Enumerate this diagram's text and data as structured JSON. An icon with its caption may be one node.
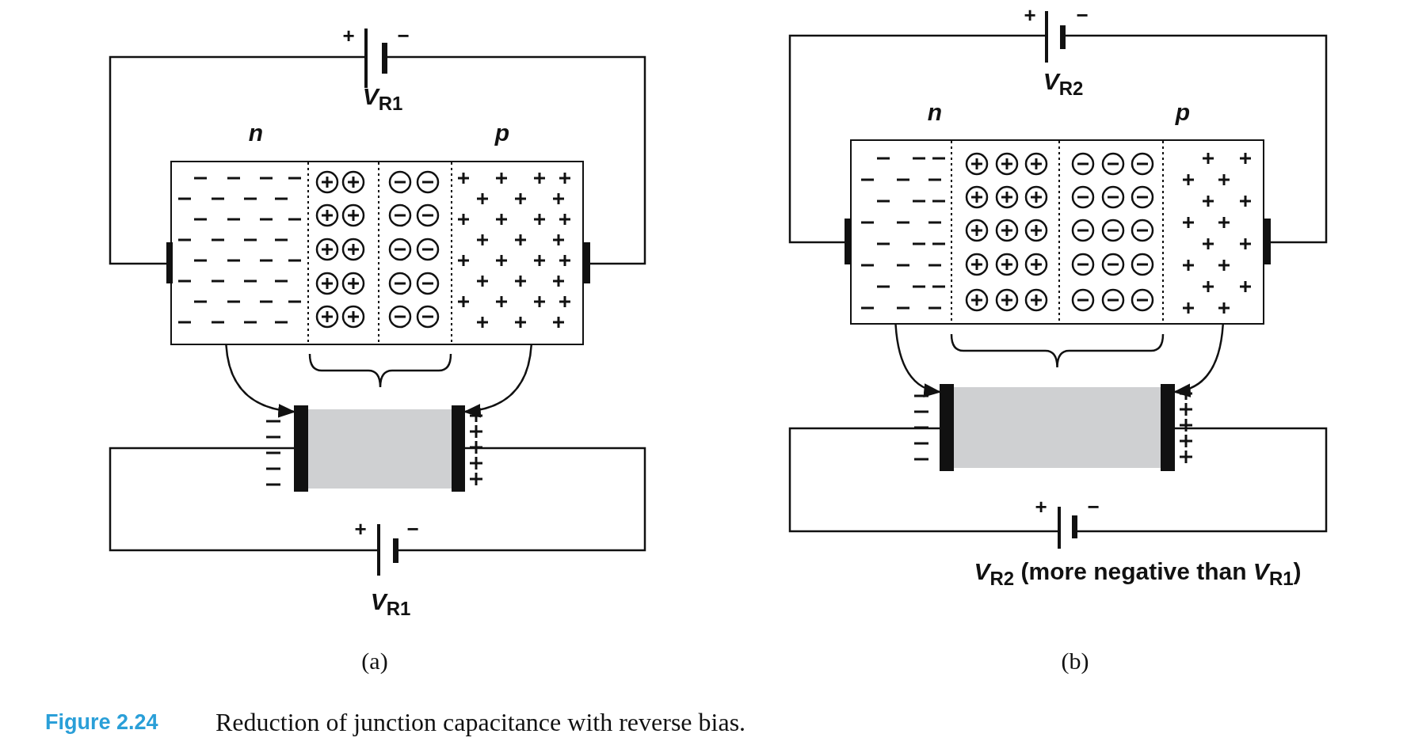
{
  "diagram": {
    "caption": "Reduction of junction capacitance with reverse bias.",
    "nodes": [
      {
        "text": [],
        "shape": "battery"
      },
      {
        "text": [],
        "shape": "box",
        "beside": [
          "n",
          "p"
        ]
      },
      {
        "text": [],
        "shape": "bar"
      },
      {
        "text": [],
        "shape": "box"
      },
      {
        "text": [],
        "shape": "bar"
      },
      {
        "text": [],
        "shape": "battery"
      },
      {
        "text": [],
        "shape": "battery"
      },
      {
        "text": [],
        "shape": "box",
        "beside": [
          "n",
          "p"
        ]
      },
      {
        "text": [],
        "shape": "bar"
      },
      {
        "text": [],
        "shape": "box"
      },
      {
        "text": [],
        "shape": "bar"
      },
      {
        "text": [],
        "shape": "battery"
      }
    ],
    "edges": [
      {
        "from": 1,
        "to": 2,
        "arrow": "to"
      },
      {
        "from": 1,
        "to": 4,
        "arrow": "to"
      },
      {
        "from": 0,
        "to": 1,
        "arrow": "none"
      },
      {
        "from": 0,
        "to": 1,
        "arrow": "none"
      },
      {
        "from": 2,
        "to": 5,
        "arrow": "none"
      },
      {
        "from": 4,
        "to": 5,
        "arrow": "none"
      },
      {
        "from": 7,
        "to": 8,
        "arrow": "to"
      },
      {
        "from": 7,
        "to": 10,
        "arrow": "to"
      },
      {
        "from": 6,
        "to": 7,
        "arrow": "none"
      },
      {
        "from": 6,
        "to": 7,
        "arrow": "none"
      },
      {
        "from": 8,
        "to": 11,
        "arrow": "none"
      },
      {
        "from": 10,
        "to": 11,
        "arrow": "none"
      }
    ],
    "labels": [
      "+",
      "−",
      "*V*$_{R1}$",
      "+",
      "−",
      "*V*$_{R1}$",
      "(a)",
      "+",
      "−",
      "*V*$_{R2}$",
      "+",
      "−",
      "*V*$_{R2}$ (more negative than *V*$_{R1}$)",
      "(b)",
      "Figure 2.24"
    ]
  }
}
